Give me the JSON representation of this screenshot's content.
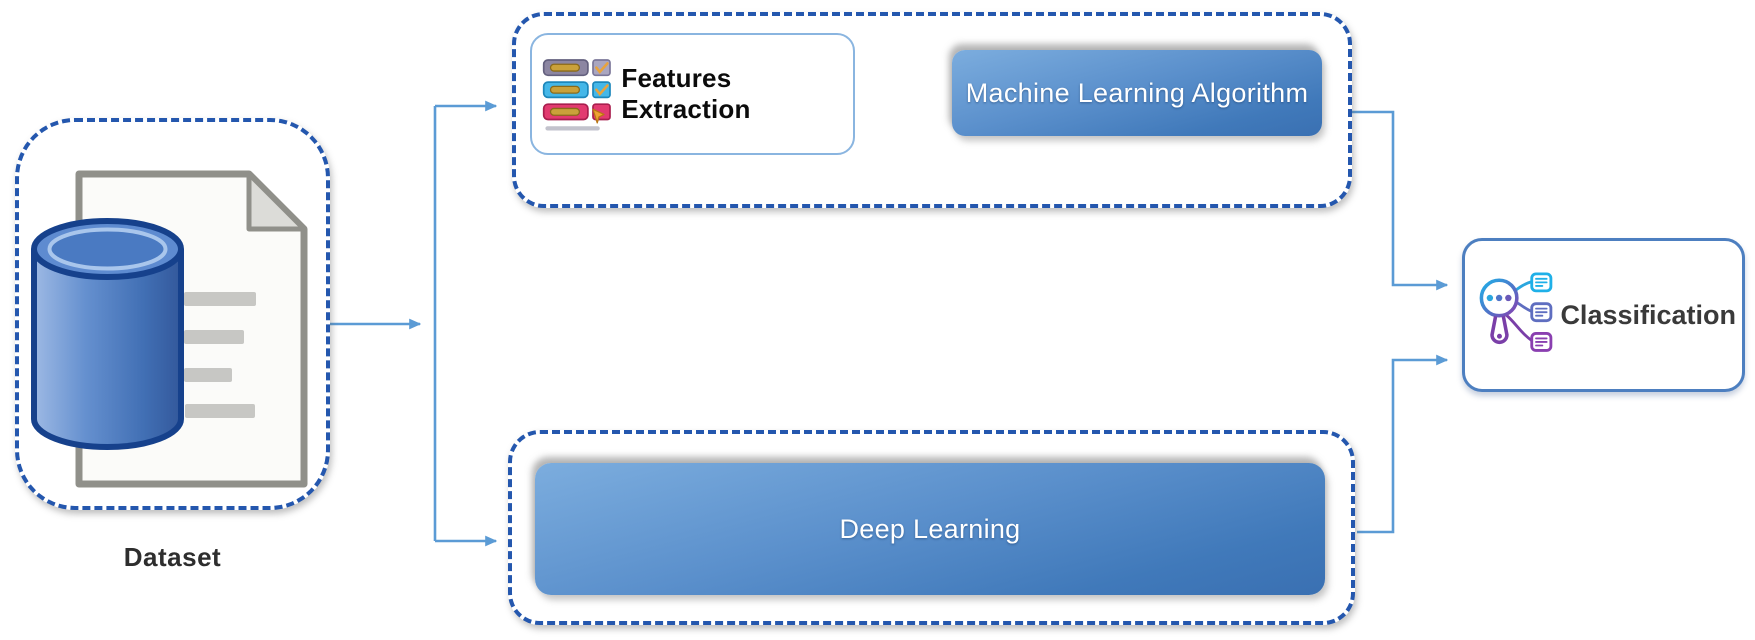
{
  "figure": {
    "type": "flow-diagram",
    "nodes": {
      "dataset": {
        "label": "Dataset",
        "icon": "database-document-icon"
      },
      "features_extraction": {
        "label": "Features Extraction",
        "icon": "feature-list-icon"
      },
      "machine_learning_algorithm": {
        "label": "Machine Learning Algorithm"
      },
      "deep_learning": {
        "label": "Deep Learning"
      },
      "classification": {
        "label": "Classification",
        "icon": "magnifier-classify-icon"
      }
    },
    "edges": [
      {
        "from": "dataset",
        "to": "branch-split"
      },
      {
        "from": "branch-split",
        "to": "features_extraction"
      },
      {
        "from": "branch-split",
        "to": "deep_learning"
      },
      {
        "from": "features_extraction",
        "to": "machine_learning_algorithm"
      },
      {
        "from": "machine_learning_algorithm",
        "to": "classification"
      },
      {
        "from": "deep_learning",
        "to": "classification"
      }
    ],
    "colors": {
      "dashed_border": "#2457ae",
      "arrow": "#5b9bd5",
      "button_gradient_top": "#7cadde",
      "button_gradient_bottom": "#3a70b2",
      "feature_box_border": "#8ab5e0",
      "classification_border": "#4d7fc0",
      "button_text": "#ffffff",
      "label_text": "#2e2e2e"
    }
  }
}
